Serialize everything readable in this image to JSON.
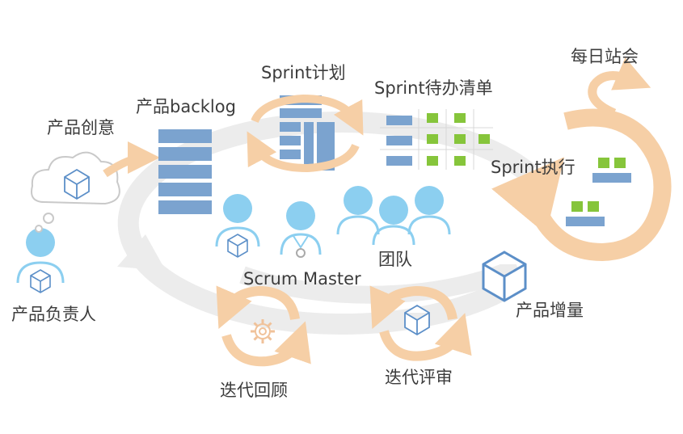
{
  "labels": {
    "product_idea": "产品创意",
    "product_backlog": "产品backlog",
    "sprint_planning": "Sprint计划",
    "sprint_backlog": "Sprint待办清单",
    "daily_standup": "每日站会",
    "sprint_execution": "Sprint执行",
    "team": "团队",
    "scrum_master": "Scrum Master",
    "product_owner": "产品负责人",
    "product_increment": "产品增量",
    "sprint_review": "迭代评审",
    "sprint_retrospective": "迭代回顾"
  },
  "colors": {
    "cycle_ring": "#ececec",
    "arrow_peach": "#f6cfa6",
    "block_blue": "#7ba3cf",
    "person_blue": "#8ccff0",
    "outline_blue": "#5c8fc8",
    "green": "#86c53b",
    "cloud_gray": "#c9c9c9",
    "text": "#3c3c3c"
  },
  "icons": [
    "cube-icon",
    "gear-icon",
    "person-icon",
    "cloud-icon",
    "cycle-arrow-icon"
  ]
}
